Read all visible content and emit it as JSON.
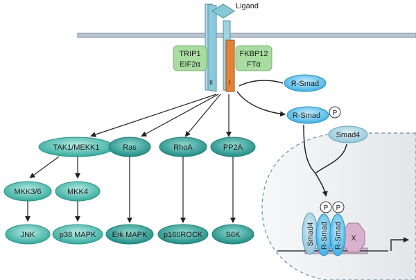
{
  "ligand_label": "Ligand",
  "receptor_II_label": "II",
  "receptor_I_label": "I",
  "associated_left": {
    "line1": "TRIP1",
    "line2": "EIF2α"
  },
  "associated_right": {
    "line1": "FKBP12",
    "line2": "FTα"
  },
  "r_smad": "R-Smad",
  "r_smad_p": "R-Smad",
  "phospho": "P",
  "smad4": "Smad4",
  "branches": {
    "tak1": "TAK1/MEKK1",
    "ras": "Ras",
    "rhoa": "RhoA",
    "pp2a": "PP2A",
    "mkk36": "MKK3/6",
    "mkk4": "MKK4",
    "jnk": "JNK",
    "p38": "p38 MAPK",
    "erk": "Erk MAPK",
    "rock": "p160ROCK",
    "s6k": "S6K"
  },
  "complex": {
    "smad4": "Smad4",
    "rsmad_a": "R-Smad",
    "rsmad_b": "R-Smad",
    "x": "X"
  },
  "colors": {
    "teal_light": "#7fd1c8",
    "teal_dark": "#2e9f95",
    "blue_light": "#6fc6ee",
    "green_box": "#a8dca0",
    "receptor_blue": "#9fd3e0",
    "receptor_orange": "#e0843a"
  }
}
